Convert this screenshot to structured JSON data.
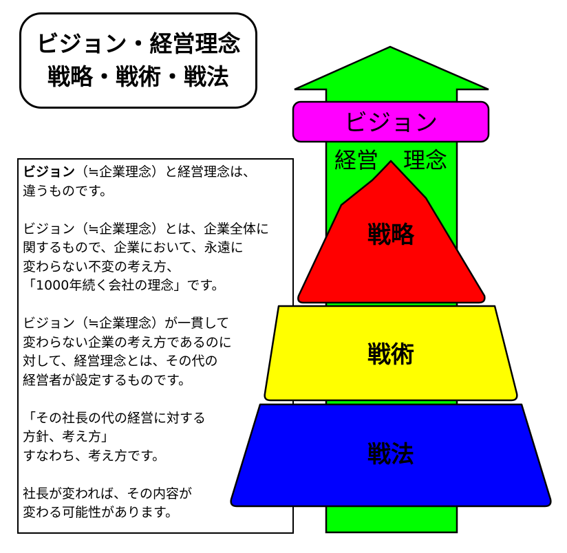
{
  "title": {
    "line1": "ビジョン・経営理念",
    "line2": "戦略・戦術・戦法"
  },
  "explanation": {
    "paragraph1_bold": "ビジョン",
    "paragraph1_rest": "（≒企業理念）と経営理念は、\n違うものです。",
    "paragraph2": "ビジョン（≒企業理念）とは、企業全体に\n関するもので、企業において、永遠に\n変わらない不変の考え方、\n「1000年続く会社の理念」です。",
    "paragraph3": "ビジョン（≒企業理念）が一貫して\n変わらない企業の考え方であるのに\n対して、経営理念とは、その代の\n経営者が設定するものです。",
    "paragraph4": "「その社長の代の経営に対する\n方針、考え方」\nすなわち、考え方です。",
    "paragraph5": "社長が変われば、その内容が\n変わる可能性があります。"
  },
  "diagram": {
    "vision_label": "ビジョン",
    "management_label_1": "経営",
    "management_label_2": "理念",
    "tiers": [
      {
        "label": "戦略",
        "color": "#ff0000"
      },
      {
        "label": "戦術",
        "color": "#ffff00"
      },
      {
        "label": "戦法",
        "color": "#0000ff"
      }
    ],
    "colors": {
      "arrow": "#00ff00",
      "vision_box": "#ff00ff"
    }
  }
}
